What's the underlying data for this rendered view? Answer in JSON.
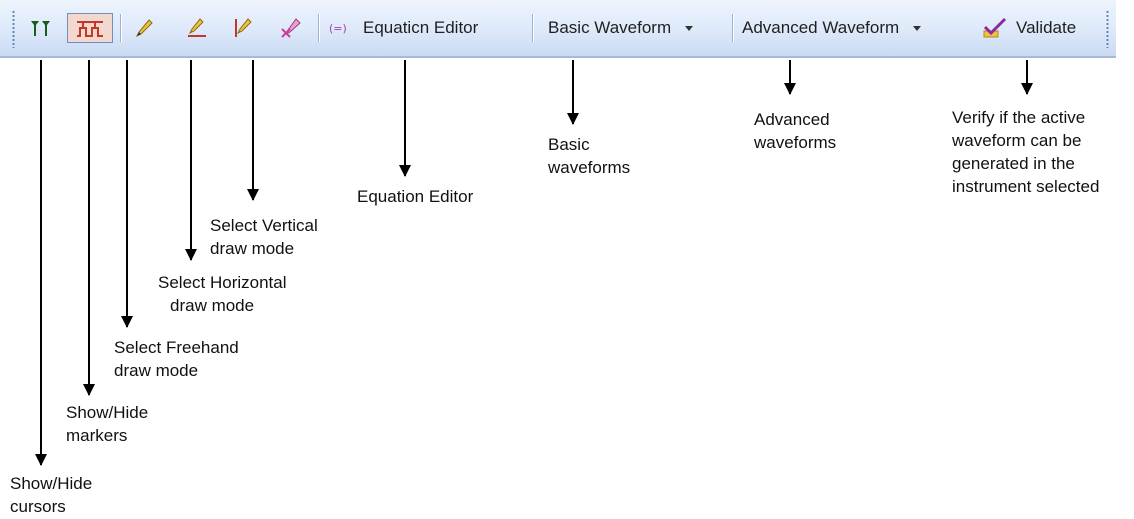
{
  "toolbar": {
    "equation_editor_label": "Equaticn Editor",
    "basic_waveform_label": "Basic Waveform",
    "advanced_waveform_label": "Advanced Waveform",
    "validate_label": "Validate",
    "icons": [
      "cursors-icon",
      "markers-icon",
      "freehand-pencil-icon",
      "horizontal-pencil-icon",
      "vertical-pencil-icon",
      "clear-pencil-icon",
      "equation-icon",
      "validate-check-icon"
    ]
  },
  "annotations": {
    "cursors": [
      "Show/Hide",
      "cursors"
    ],
    "markers": [
      "Show/Hide",
      "markers"
    ],
    "freehand": [
      "Select Freehand",
      "draw mode"
    ],
    "horizontal": [
      "Select Horizontal",
      "draw mode"
    ],
    "vertical": [
      "Select Vertical",
      "draw mode"
    ],
    "equation": [
      "Equation Editor"
    ],
    "basic": [
      "Basic",
      "waveforms"
    ],
    "advanced": [
      "Advanced",
      "waveforms"
    ],
    "validate": [
      "Verify if the active",
      "waveform can be",
      "generated in the",
      "instrument selected"
    ]
  },
  "colors": {
    "toolbar_top": "#eef4fd",
    "toolbar_bottom": "#c9daf3",
    "pressed_bg": "#f3d8cf"
  }
}
